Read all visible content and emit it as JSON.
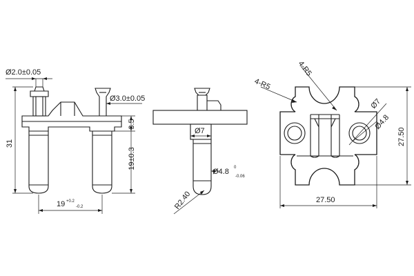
{
  "view_front": {
    "dims": {
      "pin_dia": "Ø2.0±0.05",
      "head_dia": "Ø3.0±0.05",
      "height_total": "31",
      "h_35": "3.5",
      "pin_len": "19±0.3",
      "spacing_main": "19",
      "spacing_tol_up": "+0.2",
      "spacing_tol_dn": "-0.2"
    }
  },
  "view_side": {
    "dims": {
      "collar_dia": "Ø7",
      "pin_dia_main": "Ø4.8",
      "pin_dia_tol_up": "0",
      "pin_dia_tol_dn": "-0.06",
      "tip_radius": "R2.40"
    }
  },
  "view_top": {
    "dims": {
      "radius_left": "4-R5",
      "radius_top": "4-R5",
      "hole_outer": "Ø7",
      "hole_inner": "Ø4.8",
      "width": "27.50",
      "height": "27.50"
    }
  }
}
